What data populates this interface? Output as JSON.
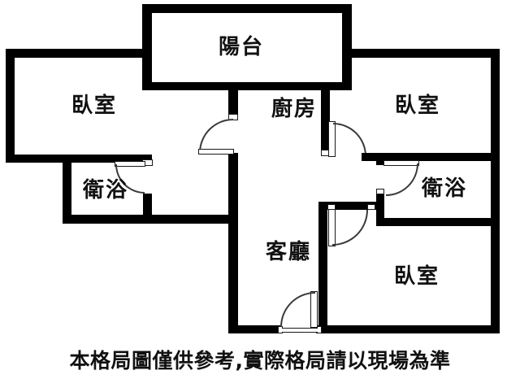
{
  "diagram_type": "apartment-floor-plan",
  "rooms": [
    {
      "id": "balcony",
      "label": "陽台"
    },
    {
      "id": "bedroom-left",
      "label": "臥室"
    },
    {
      "id": "kitchen",
      "label": "廚房"
    },
    {
      "id": "bedroom-right-top",
      "label": "臥室"
    },
    {
      "id": "bathroom-left",
      "label": "衛浴"
    },
    {
      "id": "bathroom-right",
      "label": "衛浴"
    },
    {
      "id": "living-room",
      "label": "客廳"
    },
    {
      "id": "bedroom-right-bottom",
      "label": "臥室"
    }
  ],
  "disclaimer": "本格局圖僅供參考,實際格局請以現場為準",
  "colors": {
    "wall": "#000000",
    "door_line": "#3a3a3a",
    "background": "#ffffff",
    "text": "#111111"
  }
}
